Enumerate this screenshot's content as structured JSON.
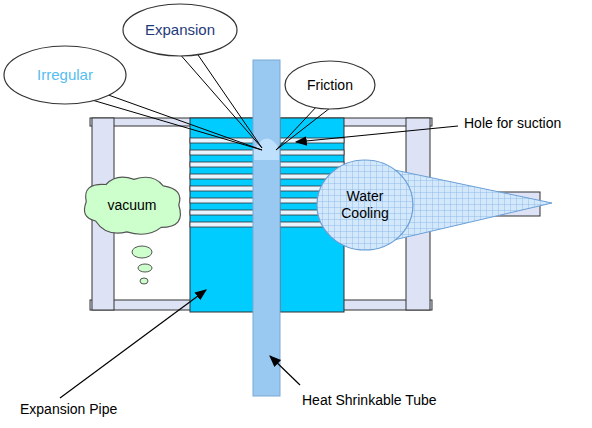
{
  "diagram": {
    "nodes": [
      {
        "text": [
          "Irregular"
        ]
      },
      {
        "text": [
          "Expansion"
        ]
      },
      {
        "text": [
          "Friction"
        ]
      },
      {
        "text": [
          "vacuum"
        ]
      },
      {
        "text": [
          "Water Cooling"
        ]
      }
    ],
    "labels": [
      "Hole for suction",
      "Expansion Pipe",
      "Heat Shrinkable Tube"
    ]
  }
}
